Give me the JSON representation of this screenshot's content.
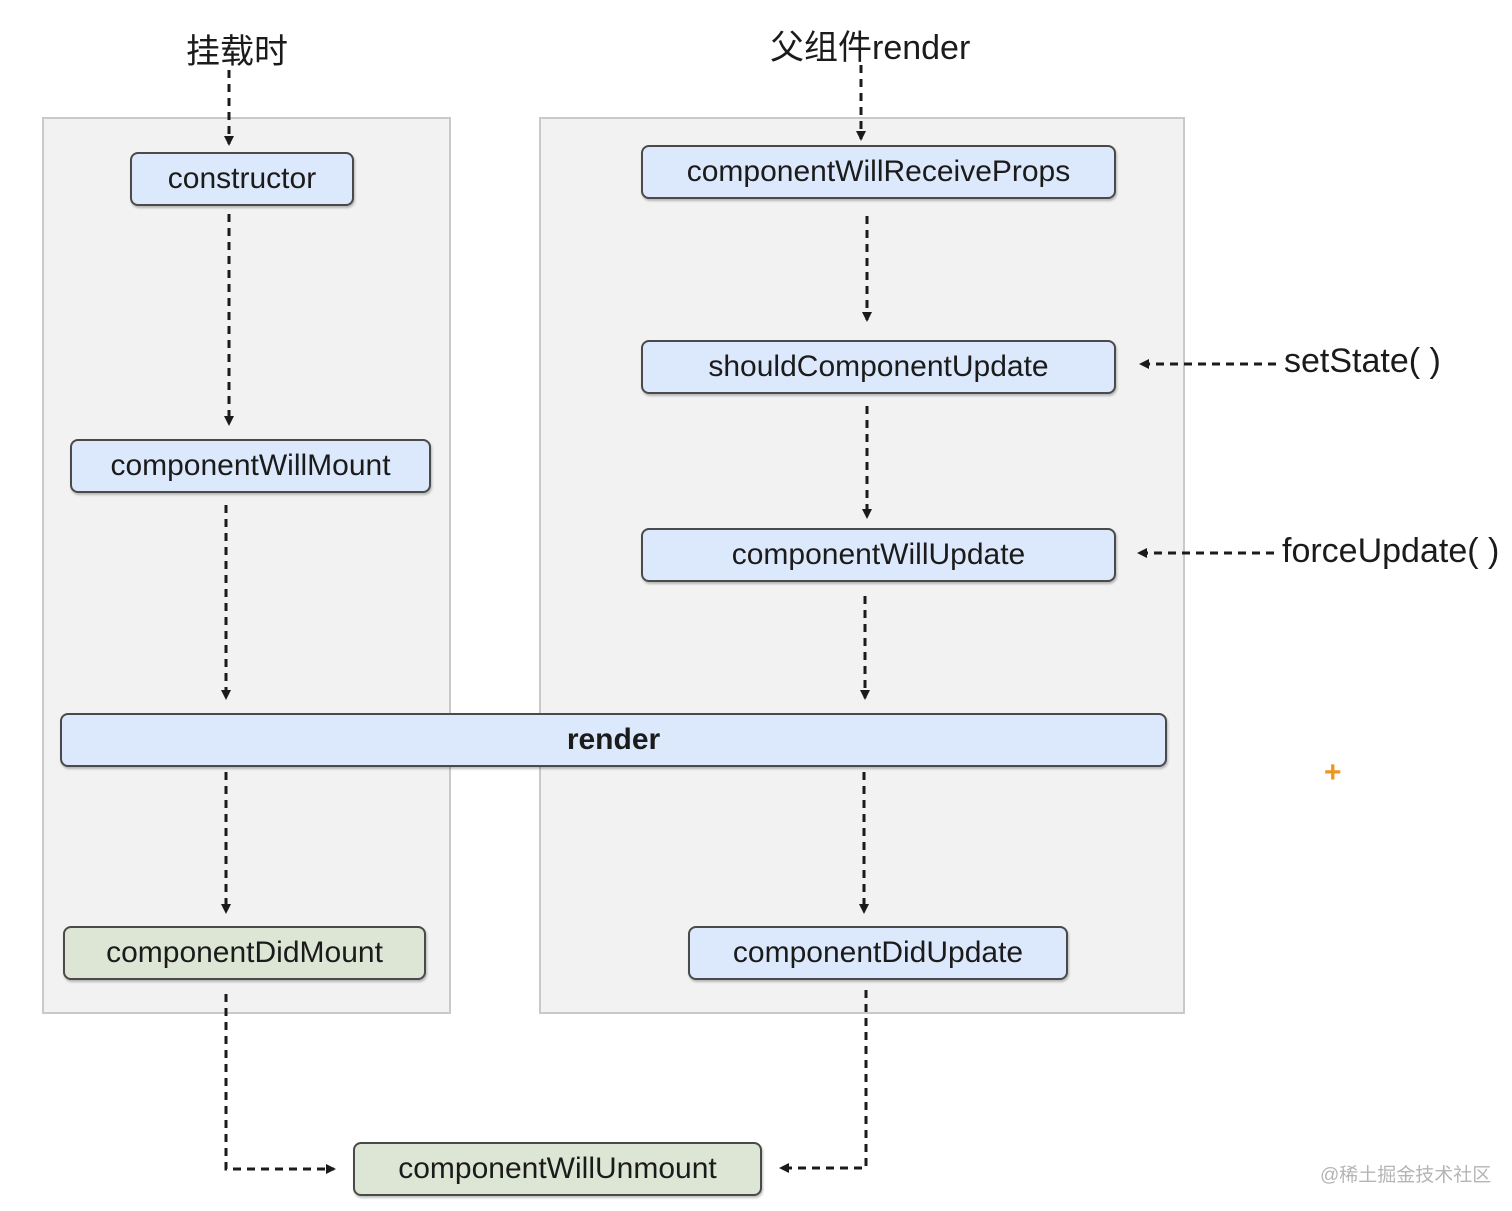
{
  "labels": {
    "mount_trigger": "挂载时",
    "parent_render_trigger": "父组件render",
    "set_state": "setState( )",
    "force_update": "forceUpdate( )"
  },
  "nodes": {
    "constructor": "constructor",
    "component_will_mount": "componentWillMount",
    "component_will_receive_props": "componentWillReceiveProps",
    "should_component_update": "shouldComponentUpdate",
    "component_will_update": "componentWillUpdate",
    "render": "render",
    "component_did_mount": "componentDidMount",
    "component_did_update": "componentDidUpdate",
    "component_will_unmount": "componentWillUnmount"
  },
  "decor": {
    "plus_mark": "+"
  },
  "watermark": "@稀土掘金技术社区",
  "colors": {
    "panel_bg": "#f2f2f2",
    "node_blue": "#dce8fb",
    "node_green": "#dde6d5",
    "accent_orange": "#f0961e"
  }
}
